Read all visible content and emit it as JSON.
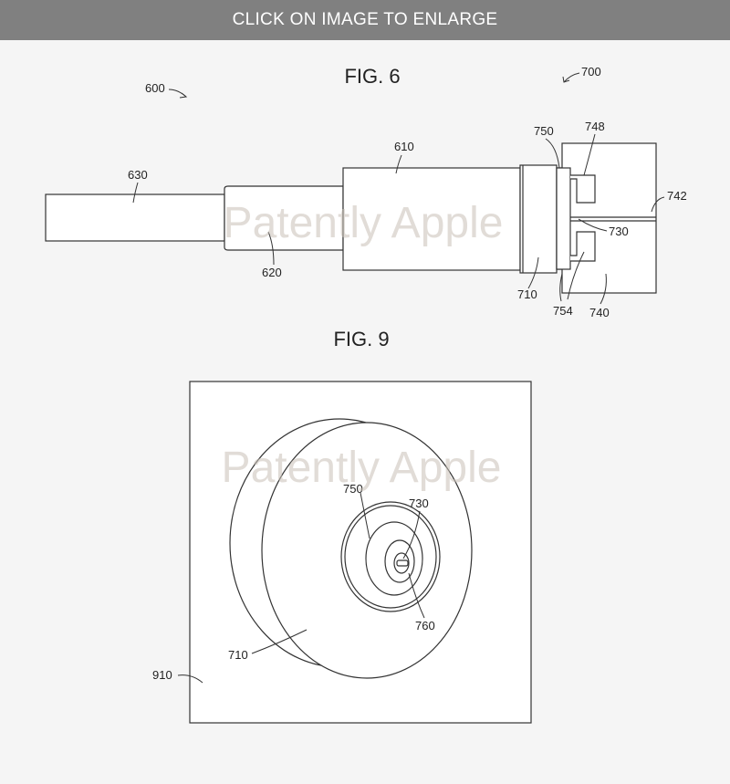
{
  "banner": {
    "label": "CLICK ON IMAGE TO ENLARGE"
  },
  "fig6": {
    "title": "FIG. 6",
    "refs": {
      "r600": "600",
      "r700": "700",
      "r610": "610",
      "r630": "630",
      "r620": "620",
      "r750": "750",
      "r748": "748",
      "r742": "742",
      "r730": "730",
      "r710": "710",
      "r754": "754",
      "r740": "740"
    }
  },
  "fig9": {
    "title": "FIG. 9",
    "refs": {
      "r750": "750",
      "r730": "730",
      "r760": "760",
      "r710": "710",
      "r910": "910"
    }
  },
  "watermark": {
    "text": "Patently Apple"
  }
}
